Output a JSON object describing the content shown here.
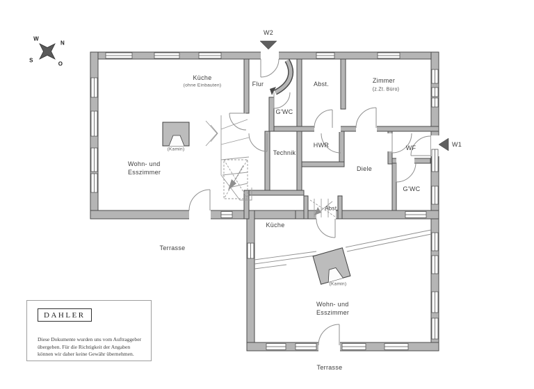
{
  "compass": {
    "west": "W",
    "north": "N",
    "south": "S",
    "east": "O"
  },
  "markers": {
    "window_top": "W2",
    "window_right": "W1"
  },
  "rooms": {
    "kueche_upper": "Küche",
    "kueche_upper_note": "(ohne Einbauten)",
    "flur": "Flur",
    "abst_upper": "Abst.",
    "zimmer": "Zimmer",
    "zimmer_note": "(z.Zt. Büro)",
    "gwc_upper": "G'WC",
    "technik": "Technik",
    "hwr": "HWR",
    "wf": "WF",
    "diele": "Diele",
    "gwc_right": "G'WC",
    "wohn_upper_line1": "Wohn- und",
    "wohn_upper_line2": "Esszimmer",
    "kamin_upper": "(Kamin)",
    "abst_lower": "Abst.",
    "kueche_lower": "Küche",
    "wohn_lower_line1": "Wohn- und",
    "wohn_lower_line2": "Esszimmer",
    "kamin_lower": "(Kamin)",
    "terrasse_upper": "Terrasse",
    "terrasse_lower": "Terrasse"
  },
  "branding": {
    "logo": "DAHLER",
    "disclaimer_line1": "Diese Dokumente wurden uns vom Auftraggeber",
    "disclaimer_line2": "übergeben. Für die Richtigkeit der Angaben",
    "disclaimer_line3": "können wir daher keine Gewähr übernehmen."
  },
  "colors": {
    "background": "#ffffff",
    "wall_fill": "#b5b5b5",
    "wall_stroke": "#4a4a4a",
    "window_line": "#555555",
    "door_arc": "#8f8f8f",
    "marker_fill": "#5f5f5f",
    "text": "#3d3d3d"
  }
}
